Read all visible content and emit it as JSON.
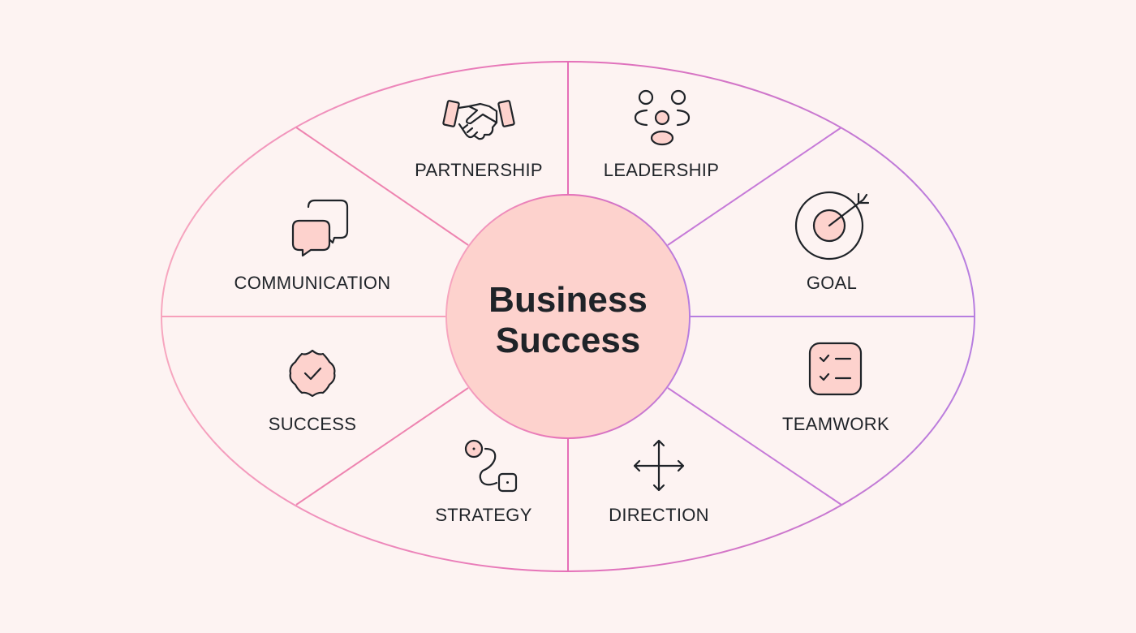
{
  "center": {
    "line1": "Business",
    "line2": "Success"
  },
  "segments": [
    {
      "label": "PARTNERSHIP",
      "icon": "handshake-icon"
    },
    {
      "label": "LEADERSHIP",
      "icon": "people-group-icon"
    },
    {
      "label": "GOAL",
      "icon": "target-icon"
    },
    {
      "label": "TEAMWORK",
      "icon": "checklist-icon"
    },
    {
      "label": "DIRECTION",
      "icon": "move-arrows-icon"
    },
    {
      "label": "STRATEGY",
      "icon": "path-icon"
    },
    {
      "label": "SUCCESS",
      "icon": "badge-check-icon"
    },
    {
      "label": "COMMUNICATION",
      "icon": "chat-bubbles-icon"
    }
  ],
  "colors": {
    "background": "#fdf3f2",
    "fill": "#fdd2cd",
    "stroke_left": "#f7a7bf",
    "stroke_mid": "#e56fb7",
    "stroke_right": "#b77ee0",
    "text": "#1f2328"
  }
}
